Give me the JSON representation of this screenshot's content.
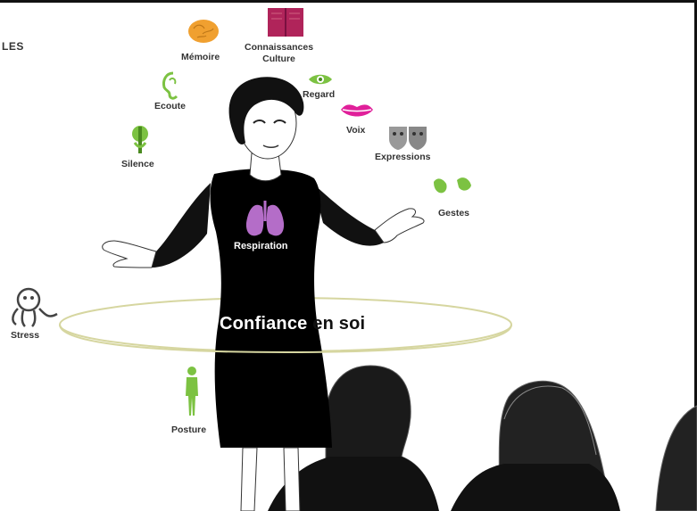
{
  "corner_title": "LES",
  "center_label": {
    "part1": "Confiance",
    "part2": "en soi"
  },
  "inner_label": "Respiration",
  "skills": [
    {
      "id": "memoire",
      "label": "Mémoire",
      "icon": "brain-icon"
    },
    {
      "id": "connaissances",
      "label_line1": "Connaissances",
      "label_line2": "Culture",
      "icon": "book-icon"
    },
    {
      "id": "regard",
      "label": "Regard",
      "icon": "eye-icon"
    },
    {
      "id": "voix",
      "label": "Voix",
      "icon": "lips-icon"
    },
    {
      "id": "expressions",
      "label": "Expressions",
      "icon": "theater-masks-icon"
    },
    {
      "id": "gestes",
      "label": "Gestes",
      "icon": "hands-icon"
    },
    {
      "id": "ecoute",
      "label": "Ecoute",
      "icon": "ear-icon"
    },
    {
      "id": "silence",
      "label": "Silence",
      "icon": "finger-on-lips-icon"
    },
    {
      "id": "stress",
      "label": "Stress",
      "icon": "octopus-icon"
    },
    {
      "id": "posture",
      "label": "Posture",
      "icon": "standing-figure-icon"
    }
  ],
  "colors": {
    "brain": "#f0a030",
    "book": "#b0245a",
    "green": "#7cc242",
    "lips": "#e0209a",
    "masks": "#888888",
    "lungs": "#b46dc8",
    "dress": "#000000",
    "ring": "#d8d8a0"
  }
}
